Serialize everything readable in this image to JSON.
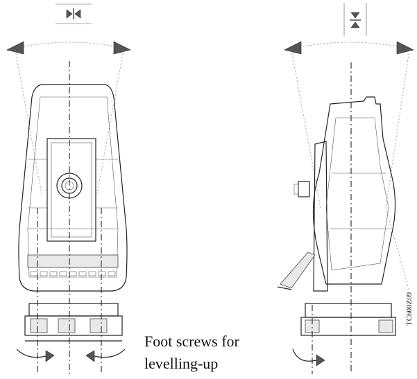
{
  "caption": {
    "line1": "Foot screws for",
    "line2": "levelling-up"
  },
  "figure_code": "TC600Z09"
}
